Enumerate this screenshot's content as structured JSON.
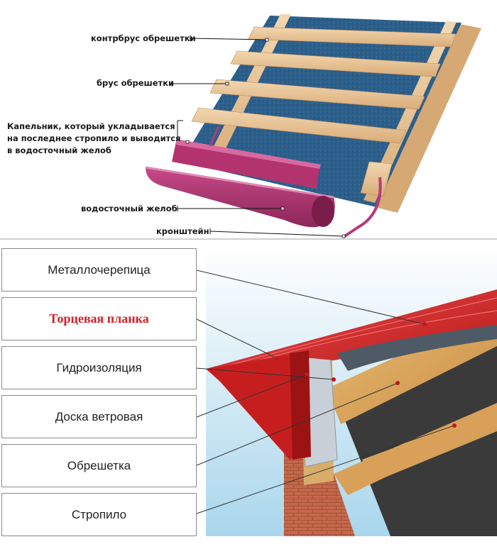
{
  "top_diagram": {
    "labels": {
      "counter_batten": "контрбрус обрешетки",
      "batten": "брус обрешетки",
      "drip_edge": "Капельник, который укладывается на последнее стропило и выводится в водосточный желоб",
      "gutter": "водосточный желоб",
      "bracket": "кронштейн"
    }
  },
  "bottom_diagram": {
    "labels": [
      "Металлочерепица",
      "Торцевая планка",
      "Гидроизоляция",
      "Доска ветровая",
      "Обрешетка",
      "Стропило"
    ],
    "highlight_index": 1
  },
  "colors": {
    "roof_membrane": "#2a5b86",
    "wood": "#e9c79a",
    "gutter": "#b83a77",
    "metal_tile": "#d42a2a",
    "highlight_text": "#d0202a",
    "brick": "#c4684a",
    "sky": "#b7dced"
  }
}
